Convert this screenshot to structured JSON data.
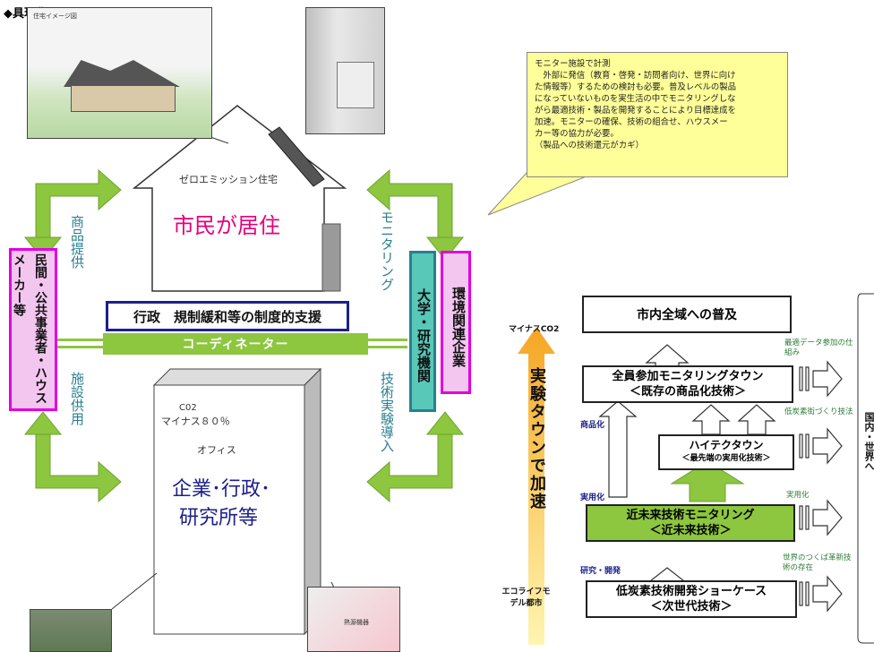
{
  "header": {
    "title": "◆具現化イメージ"
  },
  "house": {
    "caption": "ゼロエミッション住宅",
    "main_text": "市民が居住"
  },
  "office": {
    "co2_label": "C02",
    "reduction": "マイナス８０％",
    "caption": "オフィス",
    "main_line1": "企業･行政･",
    "main_line2": "研究所等"
  },
  "left_side": {
    "private_box": "民間・公共事業者・ハウスメーカー等",
    "product_supply": "商品提供",
    "facility_supply": "施設供用"
  },
  "right_side": {
    "university_box": "大学・研究機関",
    "env_box": "環境関連企業",
    "monitoring": "モニタリング",
    "tech_trial": "技術実験導入"
  },
  "center": {
    "gov_support": "行政　規制緩和等の制度的支援",
    "coordinator": "コーディネーター"
  },
  "callout": {
    "lines": [
      "モニター施設で計測",
      "　外部に発信（教育・啓発・訪問者向け、世界に向け",
      "た情報等）するための検討も必要。普及レベルの製品",
      "になっていないものを実生活の中でモニタリングしな",
      "がら最適技術・製品を開発することにより目標達成を",
      "加速。モニターの確保、技術の組合せ、ハウスメー",
      "カー等の協力が必要。",
      "（製品への技術還元がカギ）"
    ]
  },
  "flow": {
    "minus_co2": "マイナスCO2",
    "accelerate": "実験タウンで加速",
    "eco_city": "エコライフモデル都市",
    "city_wide": "市内全域への普及",
    "all_participation_1": "全員参加モニタリングタウン",
    "all_participation_2": "＜既存の商品化技術＞",
    "hitech_1": "ハイテクタウン",
    "hitech_2": "＜最先端の実用化技術＞",
    "near_future_1": "近未来技術モニタリング",
    "near_future_2": "＜近未来技術＞",
    "lowcarbon_1": "低炭素技術開発ショーケース",
    "lowcarbon_2": "＜次世代技術＞",
    "label_commercial": "商品化",
    "label_practical": "実用化",
    "label_research": "研究・開発",
    "side_label_1": "最適データ参加の仕組み",
    "side_label_2": "低炭素街づくり技法",
    "side_label_3": "実用化",
    "side_label_4": "世界のつくば革新技術の存在",
    "far_right_text": "国内・世界へ"
  },
  "photo_labels": {
    "house_sketch": "住宅イメージ図",
    "machine": "熱源機器"
  }
}
